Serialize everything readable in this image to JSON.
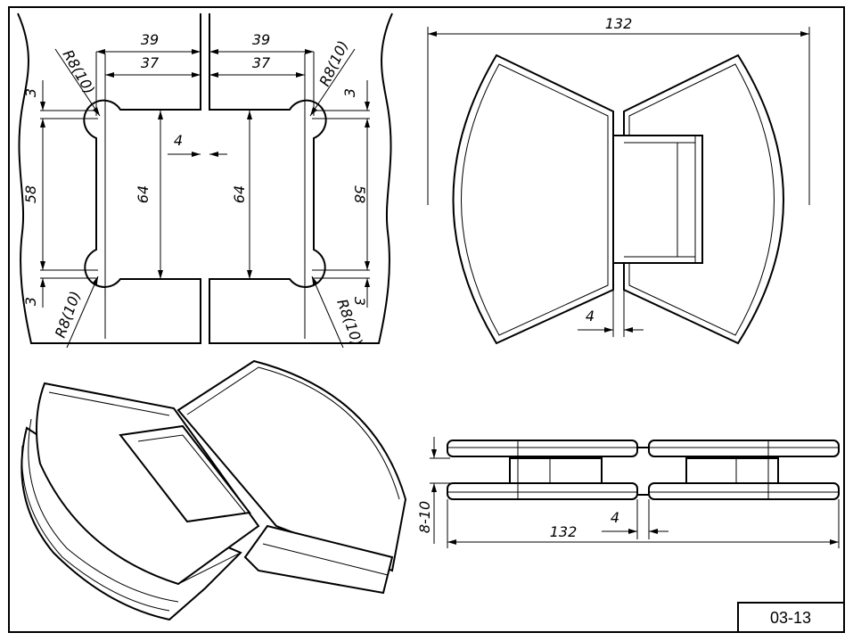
{
  "sheet": {
    "code": "03-13"
  },
  "front_view": {
    "dim_outer": "39",
    "dim_inner": "37",
    "radius": "R8(10)",
    "dim_edge": "3",
    "dim_hole_spacing": "58",
    "dim_plate_height": "64",
    "dim_gap": "4"
  },
  "plan_view": {
    "dim_width": "132",
    "dim_gap": "4"
  },
  "side_view": {
    "dim_width": "132",
    "dim_gap": "4",
    "dim_glass": "8-10"
  }
}
